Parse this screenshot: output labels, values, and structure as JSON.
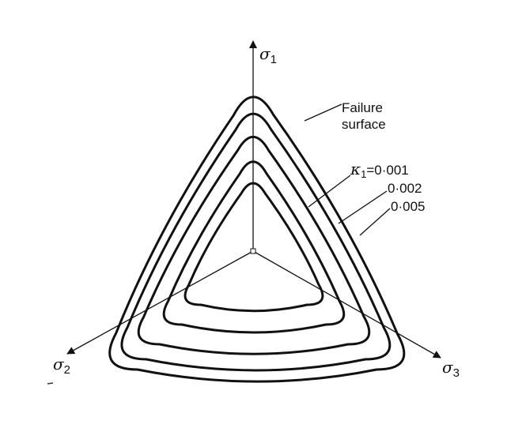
{
  "axes": {
    "sigma1": {
      "symbol": "σ",
      "subscript": "1"
    },
    "sigma2": {
      "symbol": "σ",
      "subscript": "2"
    },
    "sigma3": {
      "symbol": "σ",
      "subscript": "3"
    }
  },
  "labels": {
    "failure_line1": "Failure",
    "failure_line2": "surface",
    "kappa_symbol": "κ",
    "kappa_subscript": "1",
    "kappa_first": "=0·001",
    "kappa_second": "0·002",
    "kappa_third": "0·005"
  },
  "colors": {
    "ink": "#111111",
    "background": "#ffffff"
  }
}
